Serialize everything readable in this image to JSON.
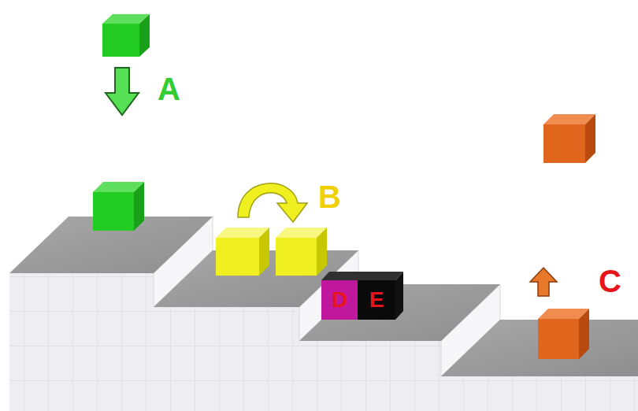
{
  "diagram": {
    "nodes": [
      {
        "text": [
          "D"
        ]
      },
      {
        "text": [
          "E"
        ]
      }
    ],
    "labels": [
      "A",
      "B",
      "C"
    ]
  }
}
